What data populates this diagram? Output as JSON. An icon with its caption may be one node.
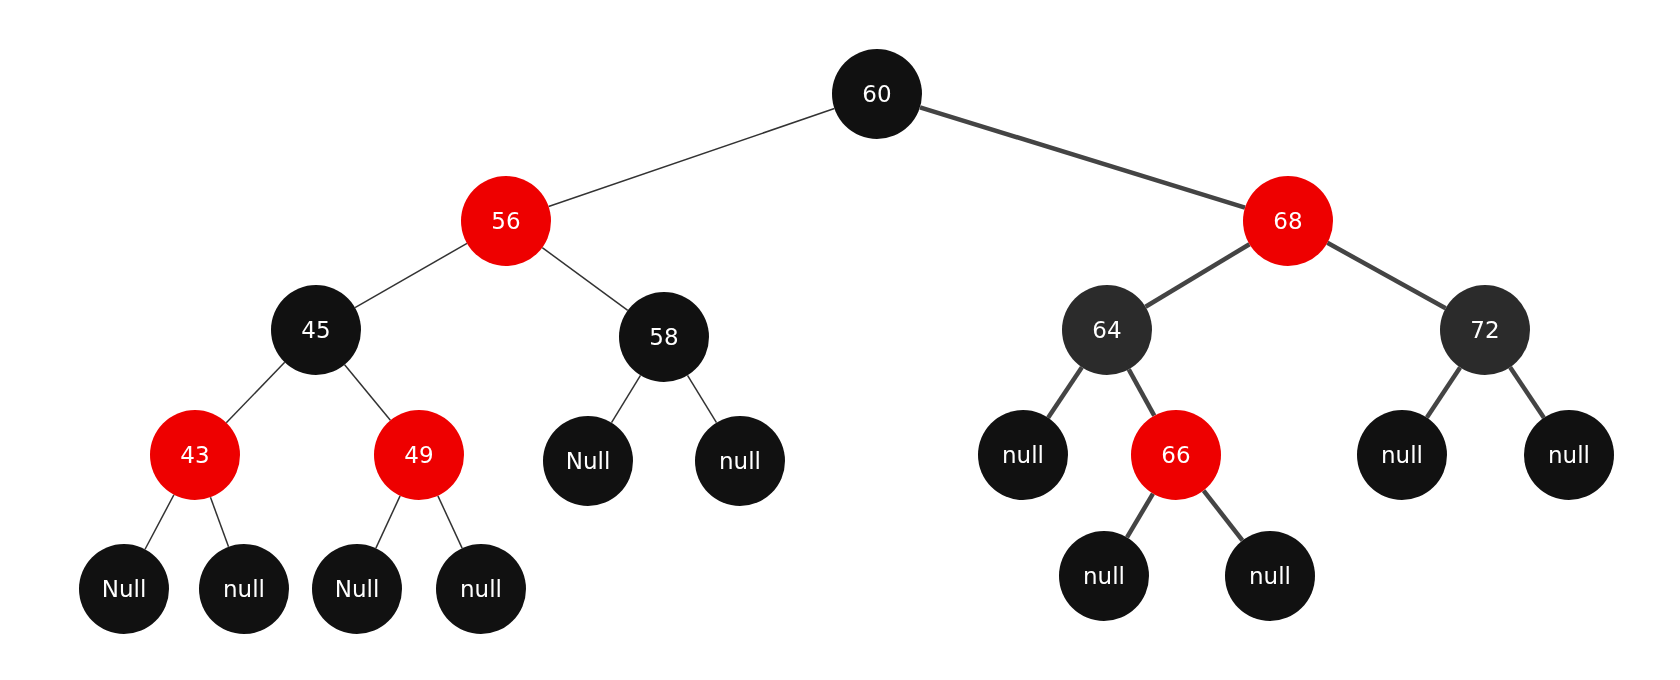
{
  "diagram": {
    "nodes": [
      {
        "text": [
          "60"
        ]
      },
      {
        "text": [
          "56"
        ]
      },
      {
        "text": [
          "68"
        ]
      },
      {
        "text": [
          "45"
        ]
      },
      {
        "text": [
          "58"
        ]
      },
      {
        "text": [
          "64"
        ]
      },
      {
        "text": [
          "72"
        ]
      },
      {
        "text": [
          "43"
        ]
      },
      {
        "text": [
          "49"
        ]
      },
      {
        "text": [
          "Null"
        ]
      },
      {
        "text": [
          "null"
        ]
      },
      {
        "text": [
          "null"
        ]
      },
      {
        "text": [
          "66"
        ]
      },
      {
        "text": [
          "null"
        ]
      },
      {
        "text": [
          "null"
        ]
      },
      {
        "text": [
          "Null"
        ]
      },
      {
        "text": [
          "null"
        ]
      },
      {
        "text": [
          "Null"
        ]
      },
      {
        "text": [
          "null"
        ]
      },
      {
        "text": [
          "null"
        ]
      },
      {
        "text": [
          "null"
        ]
      }
    ],
    "edges": [
      {
        "from": 0,
        "to": 1,
        "arrow": "none"
      },
      {
        "from": 0,
        "to": 2,
        "arrow": "none",
        "style": "thick"
      },
      {
        "from": 1,
        "to": 3,
        "arrow": "none"
      },
      {
        "from": 1,
        "to": 4,
        "arrow": "none"
      },
      {
        "from": 2,
        "to": 5,
        "arrow": "none",
        "style": "thick"
      },
      {
        "from": 2,
        "to": 6,
        "arrow": "none",
        "style": "thick"
      },
      {
        "from": 3,
        "to": 7,
        "arrow": "none"
      },
      {
        "from": 3,
        "to": 8,
        "arrow": "none"
      },
      {
        "from": 4,
        "to": 9,
        "arrow": "none"
      },
      {
        "from": 4,
        "to": 10,
        "arrow": "none"
      },
      {
        "from": 5,
        "to": 11,
        "arrow": "none",
        "style": "thick"
      },
      {
        "from": 5,
        "to": 12,
        "arrow": "none",
        "style": "thick"
      },
      {
        "from": 6,
        "to": 13,
        "arrow": "none",
        "style": "thick"
      },
      {
        "from": 6,
        "to": 14,
        "arrow": "none",
        "style": "thick"
      },
      {
        "from": 7,
        "to": 15,
        "arrow": "none"
      },
      {
        "from": 7,
        "to": 16,
        "arrow": "none"
      },
      {
        "from": 8,
        "to": 17,
        "arrow": "none"
      },
      {
        "from": 8,
        "to": 18,
        "arrow": "none"
      },
      {
        "from": 12,
        "to": 19,
        "arrow": "none",
        "style": "thick"
      },
      {
        "from": 12,
        "to": 20,
        "arrow": "none",
        "style": "thick"
      }
    ]
  }
}
